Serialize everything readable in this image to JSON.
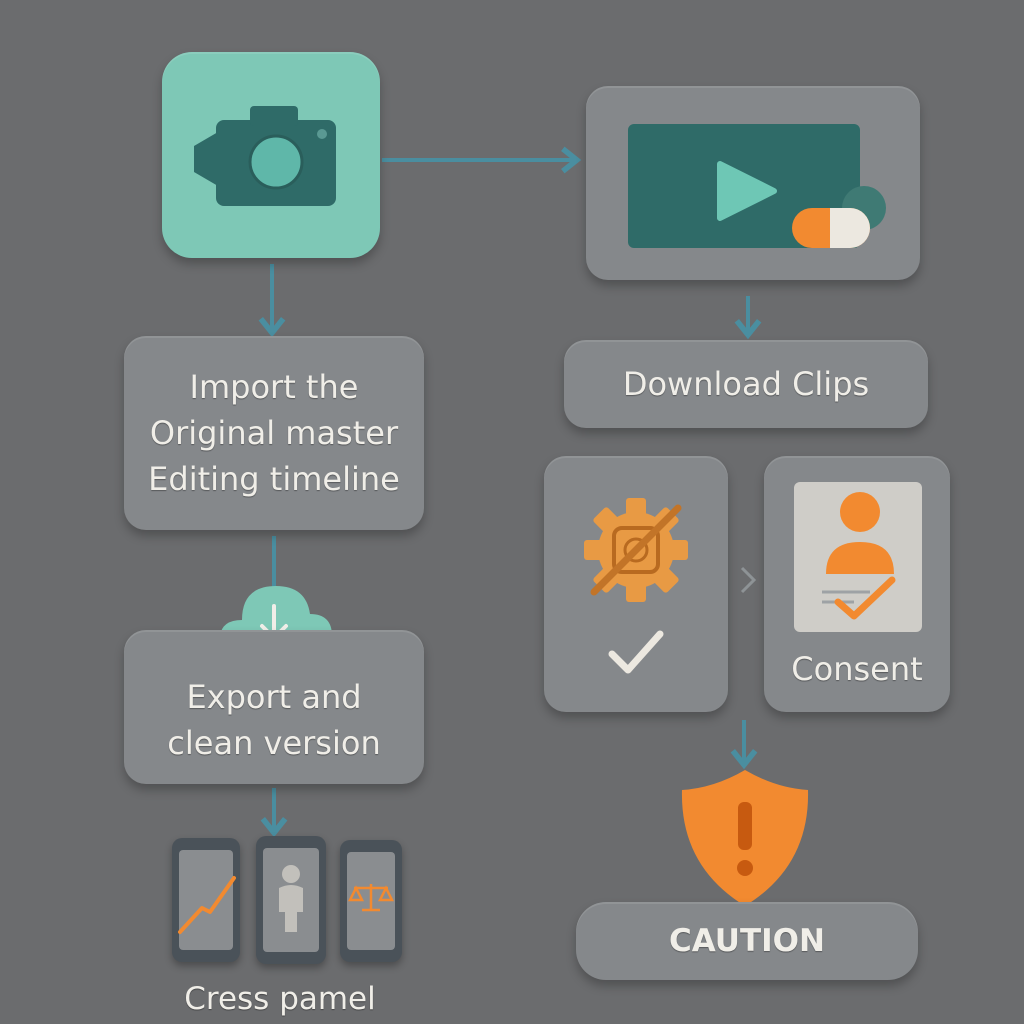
{
  "steps": {
    "import": {
      "lines": [
        "Import the",
        "Original master",
        "Editing timeline"
      ]
    },
    "export": {
      "lines": [
        "Export and",
        "clean version"
      ]
    },
    "download": {
      "label": "Download Clips"
    },
    "consent": {
      "label": "Consent"
    },
    "caution": {
      "label": "CAUTION"
    },
    "panel": {
      "label": "Cress pamel"
    }
  },
  "icons": {
    "camera": "camera-icon",
    "video": "play-video-icon",
    "cloud": "cloud-download-icon",
    "gear": "gear-icon",
    "check": "check-icon",
    "consent": "person-consent-icon",
    "shield": "shield-warning-icon",
    "chart": "line-chart-icon",
    "person": "person-icon",
    "scales": "scales-icon"
  },
  "colors": {
    "background": "#6b6c6e",
    "tile": "#85888b",
    "teal": "#7ec8b6",
    "dark_teal": "#2f6b68",
    "orange": "#f28a30",
    "connector": "#4a8ea0"
  }
}
